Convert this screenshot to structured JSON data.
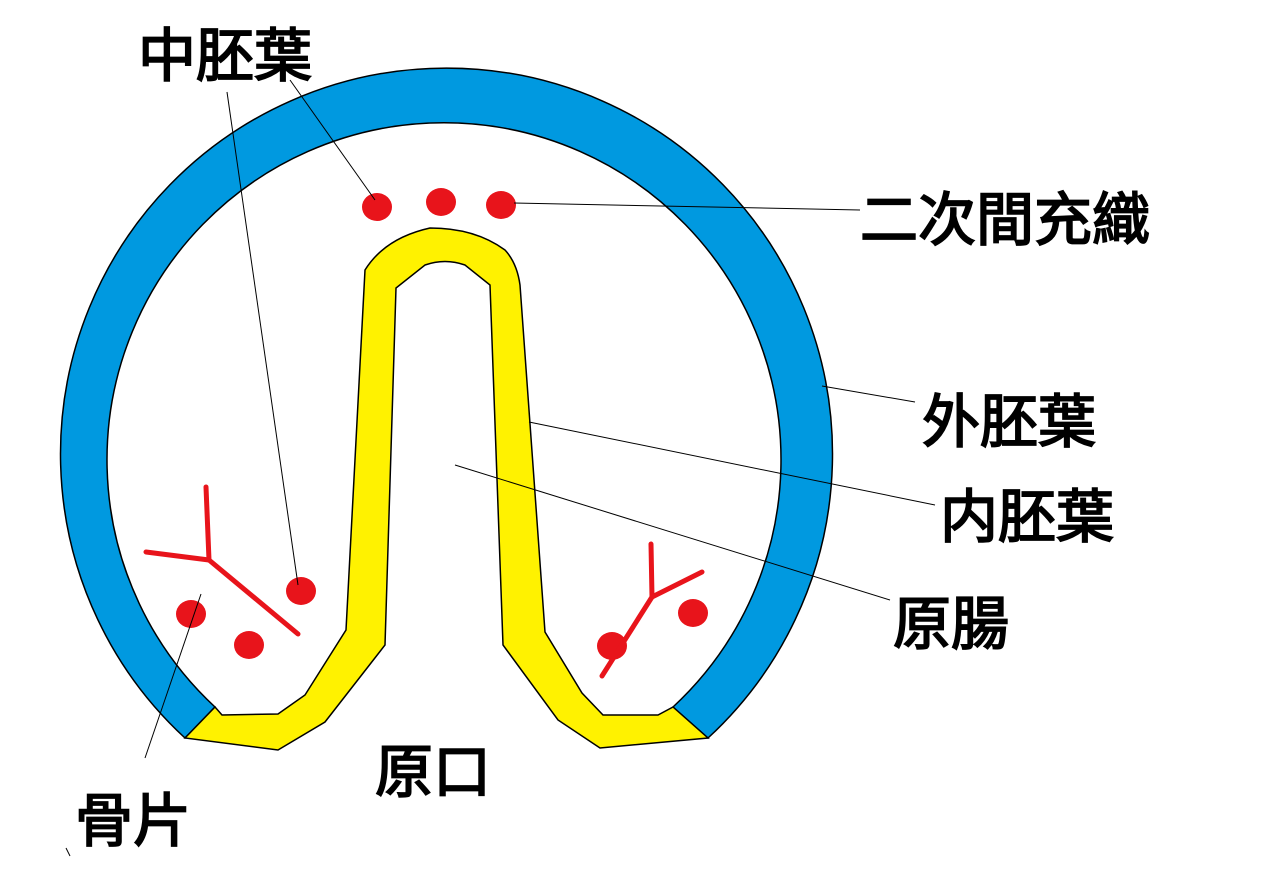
{
  "labels": {
    "mesoderm": "中胚葉",
    "secondary_mesenchyme": "二次間充織",
    "ectoderm": "外胚葉",
    "endoderm": "内胚葉",
    "archenteron": "原腸",
    "blastopore": "原口",
    "spicule": "骨片"
  },
  "colors": {
    "ectoderm": "#0099e0",
    "endoderm": "#fff200",
    "cells": "#e8141b",
    "spicule": "#e8141b",
    "outline": "#000000",
    "background": "#ffffff"
  }
}
